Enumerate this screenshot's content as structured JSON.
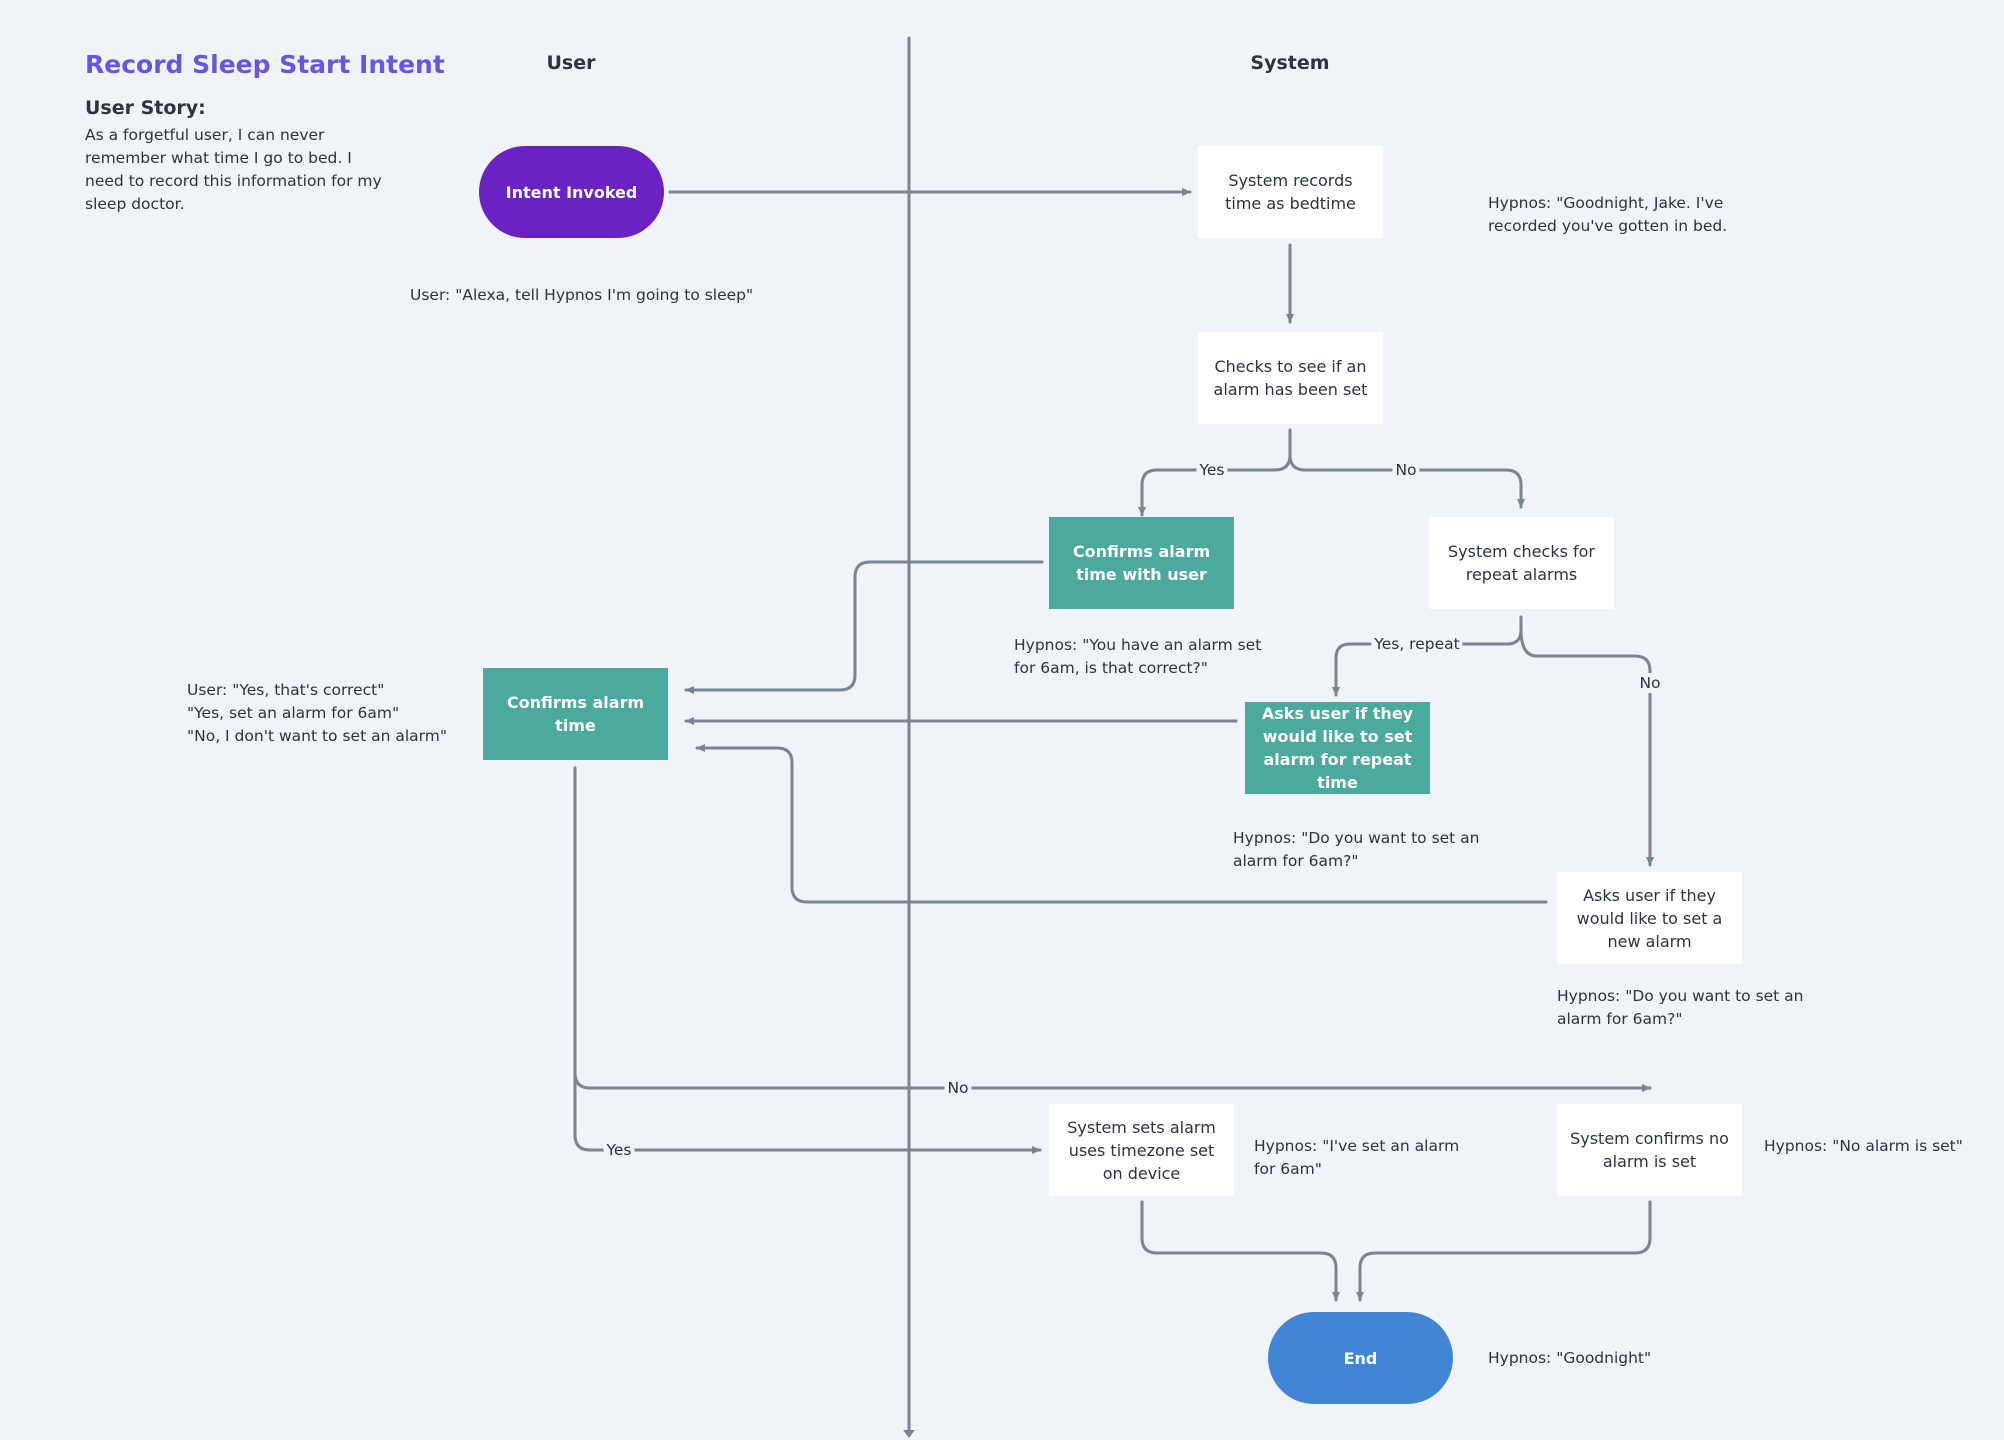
{
  "title": "Record Sleep Start Intent",
  "story": {
    "heading": "User Story:",
    "body": "As a forgetful user, I can never remember what time  I go to bed. I need to record this information for my sleep doctor."
  },
  "lanes": {
    "user": "User",
    "system": "System"
  },
  "nodes": {
    "intent_invoked": "Intent Invoked",
    "records_bedtime": "System records time as bedtime",
    "check_alarm": "Checks to see if an alarm has been set",
    "confirm_with_user": "Confirms alarm time with user",
    "check_repeat": "System checks for repeat alarms",
    "confirms_alarm_time": "Confirms alarm time",
    "ask_repeat": "Asks user if they would like to set alarm for repeat time",
    "ask_new": "Asks user if they would like to set a new alarm",
    "sets_alarm": "System sets alarm uses timezone set on device",
    "confirms_no_alarm": "System confirms no alarm is set",
    "end": "End"
  },
  "notes": {
    "user_utterance": "User: \"Alexa, tell Hypnos I'm going to sleep\"",
    "goodnight_recorded": "Hypnos: \"Goodnight, Jake. I've recorded you've gotten in bed.",
    "alarm_set_for_6": "Hypnos: \"You have an alarm set for 6am, is that correct?\"",
    "user_responses": "User: \"Yes, that's correct\"\n\"Yes, set an alarm for 6am\"\n\"No, I don't want to set an alarm\"",
    "repeat_prompt": "Hypnos: \"Do you want to set an alarm for 6am?\"",
    "new_prompt": "Hypnos: \"Do you want to set an alarm for 6am?\"",
    "set_confirm": "Hypnos: \"I've set an alarm for 6am\"",
    "no_alarm": "Hypnos: \"No alarm is set\"",
    "goodnight": "Hypnos: \"Goodnight\""
  },
  "edge_labels": {
    "yes_1": "Yes",
    "no_1": "No",
    "yes_repeat": "Yes, repeat",
    "no_2": "No",
    "no_3": "No",
    "yes_2": "Yes"
  },
  "colors": {
    "background": "#f0f3f7",
    "title": "#6a55e3",
    "start": "#6a22c2",
    "end": "#4185d5",
    "user_action": "#4ba99d",
    "system": "#ffffff",
    "connector": "#7b8591"
  }
}
